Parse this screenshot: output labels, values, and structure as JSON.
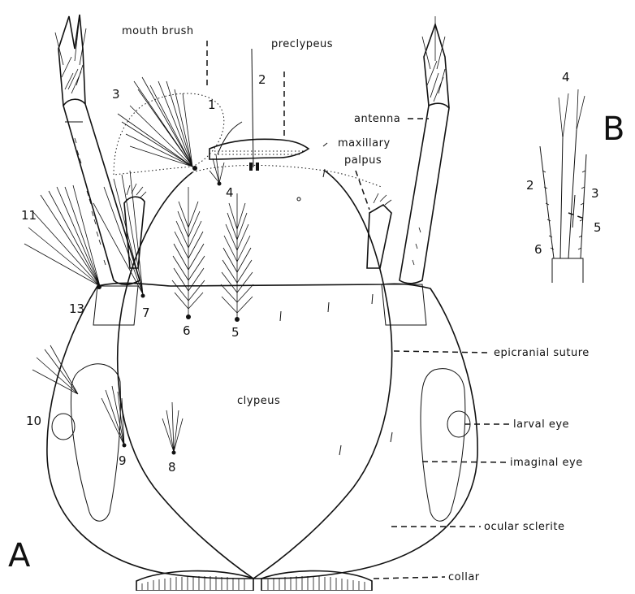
{
  "panel_labels": {
    "a": "A",
    "b": "B"
  },
  "labels": {
    "mouth_brush": "mouth brush",
    "preclypeus": "preclypeus",
    "antenna": "antenna",
    "maxillary_palpus_line1": "maxillary",
    "maxillary_palpus_line2": "palpus",
    "epicranial_suture": "epicranial suture",
    "clypeus": "clypeus",
    "larval_eye": "larval eye",
    "imaginal_eye": "imaginal eye",
    "ocular_sclerite": "ocular sclerite",
    "collar": "collar"
  },
  "hair_numbers": {
    "n1": "1",
    "n2": "2",
    "n3": "3",
    "n4": "4",
    "n5": "5",
    "n6": "6",
    "n7": "7",
    "n8": "8",
    "n9": "9",
    "n10": "10",
    "n11": "11",
    "n13": "13"
  },
  "inset_numbers": {
    "n4": "4",
    "n2": "2",
    "n3": "3",
    "n5": "5",
    "n6": "6"
  }
}
